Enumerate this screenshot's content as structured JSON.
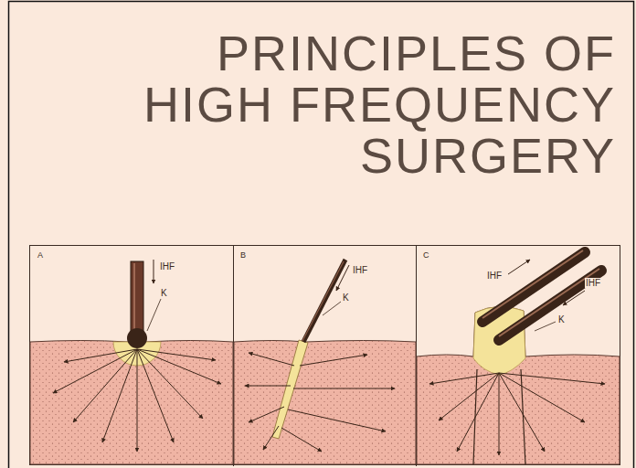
{
  "diagram": {
    "title": "PRINCIPLES OF HIGH FREQUENCY SURGERY",
    "labels": [
      "A",
      "IHF",
      "K",
      "B",
      "IHF",
      "K",
      "C",
      "IHF",
      "IHF",
      "K"
    ]
  }
}
